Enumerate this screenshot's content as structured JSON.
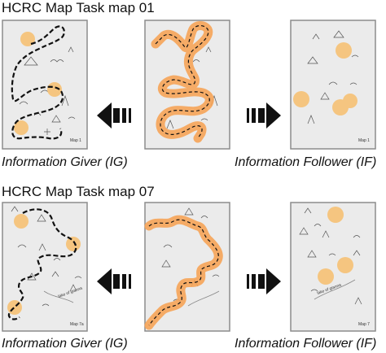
{
  "section1": {
    "title": "HCRC Map Task map 01",
    "giver_caption": "Information Giver (IG)",
    "follower_caption": "Information Follower (IF)"
  },
  "section2": {
    "title": "HCRC Map Task map 07",
    "giver_caption": "Information Giver (IG)",
    "follower_caption": "Information Follower (IF)"
  },
  "colors": {
    "panel_bg": "#ebebeb",
    "panel_border": "#8c8c8c",
    "landmark_disc": "#f5c580",
    "route_glow": "#f6a458",
    "route_dash": "#111111",
    "arrow": "#111111"
  }
}
